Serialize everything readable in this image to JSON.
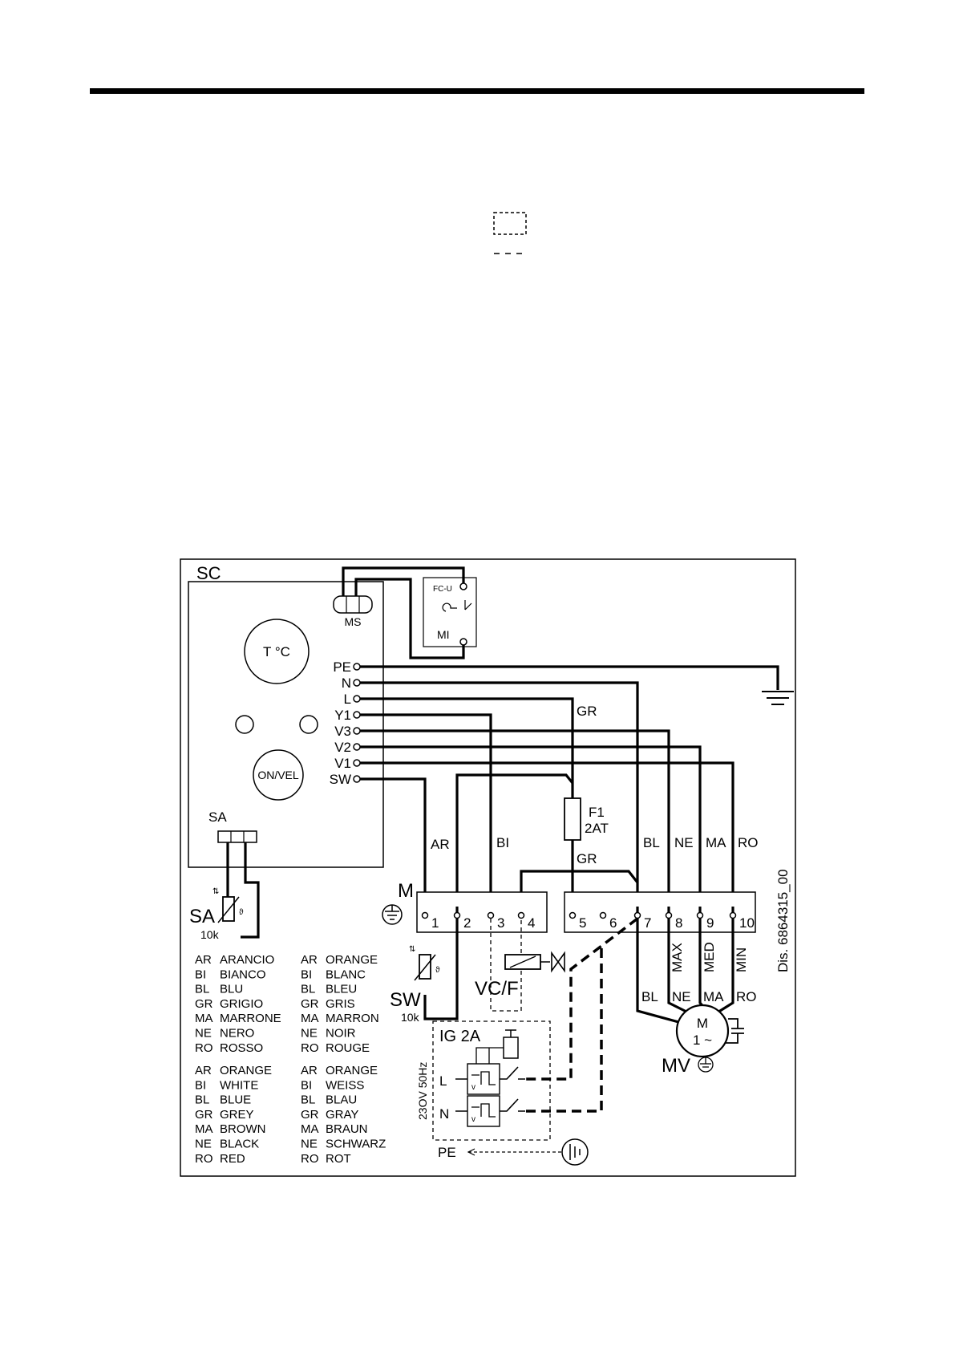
{
  "diagram": {
    "drawing_number": "Dis. 6864315_00",
    "controller": {
      "label": "SC",
      "temp_knob": "T °C",
      "on_vel_knob": "ON/VEL",
      "sensor_connector": "SA",
      "micro_switch_connector": "MS",
      "micro_switch": "MI",
      "micro_switch_contact": "FC-U",
      "terminals": [
        "PE",
        "N",
        "L",
        "Y1",
        "V3",
        "V2",
        "V1",
        "SW"
      ]
    },
    "sensor_air": {
      "label": "SA",
      "value": "10k"
    },
    "sensor_water": {
      "label": "SW",
      "value": "10k"
    },
    "fuse": {
      "label": "F1",
      "rating": "2AT"
    },
    "terminal_block_label": "M",
    "terminal_numbers": [
      "1",
      "2",
      "3",
      "4",
      "5",
      "6",
      "7",
      "8",
      "9",
      "10"
    ],
    "wire_colors": {
      "ar": "AR",
      "bi": "BI",
      "gr_top": "GR",
      "gr_mid": "GR",
      "bl": "BL",
      "ne": "NE",
      "ma": "MA",
      "ro": "RO"
    },
    "motor_wires": {
      "bl": "BL",
      "ne": "NE",
      "ma": "MA",
      "ro": "RO"
    },
    "speeds": {
      "max": "MAX",
      "med": "MED",
      "min": "MIN"
    },
    "valve": "VC/F",
    "motor": {
      "label": "MV",
      "symbol": "M",
      "phase": "1 ~"
    },
    "switch": {
      "label": "IG 2A",
      "supply": "23OV 50Hz",
      "line": "L",
      "neutral": "N",
      "earth": "PE"
    }
  },
  "legend": {
    "italian": [
      {
        "code": "AR",
        "name": "ARANCIO"
      },
      {
        "code": "BI",
        "name": "BIANCO"
      },
      {
        "code": "BL",
        "name": "BLU"
      },
      {
        "code": "GR",
        "name": "GRIGIO"
      },
      {
        "code": "MA",
        "name": "MARRONE"
      },
      {
        "code": "NE",
        "name": "NERO"
      },
      {
        "code": "RO",
        "name": "ROSSO"
      }
    ],
    "french": [
      {
        "code": "AR",
        "name": "ORANGE"
      },
      {
        "code": "BI",
        "name": "BLANC"
      },
      {
        "code": "BL",
        "name": "BLEU"
      },
      {
        "code": "GR",
        "name": "GRIS"
      },
      {
        "code": "MA",
        "name": "MARRON"
      },
      {
        "code": "NE",
        "name": "NOIR"
      },
      {
        "code": "RO",
        "name": "ROUGE"
      }
    ],
    "english": [
      {
        "code": "AR",
        "name": "ORANGE"
      },
      {
        "code": "BI",
        "name": "WHITE"
      },
      {
        "code": "BL",
        "name": "BLUE"
      },
      {
        "code": "GR",
        "name": "GREY"
      },
      {
        "code": "MA",
        "name": "BROWN"
      },
      {
        "code": "NE",
        "name": "BLACK"
      },
      {
        "code": "RO",
        "name": "RED"
      }
    ],
    "german": [
      {
        "code": "AR",
        "name": "ORANGE"
      },
      {
        "code": "BI",
        "name": "WEISS"
      },
      {
        "code": "BL",
        "name": "BLAU"
      },
      {
        "code": "GR",
        "name": "GRAY"
      },
      {
        "code": "MA",
        "name": "BRAUN"
      },
      {
        "code": "NE",
        "name": "SCHWARZ"
      },
      {
        "code": "RO",
        "name": "ROT"
      }
    ]
  }
}
